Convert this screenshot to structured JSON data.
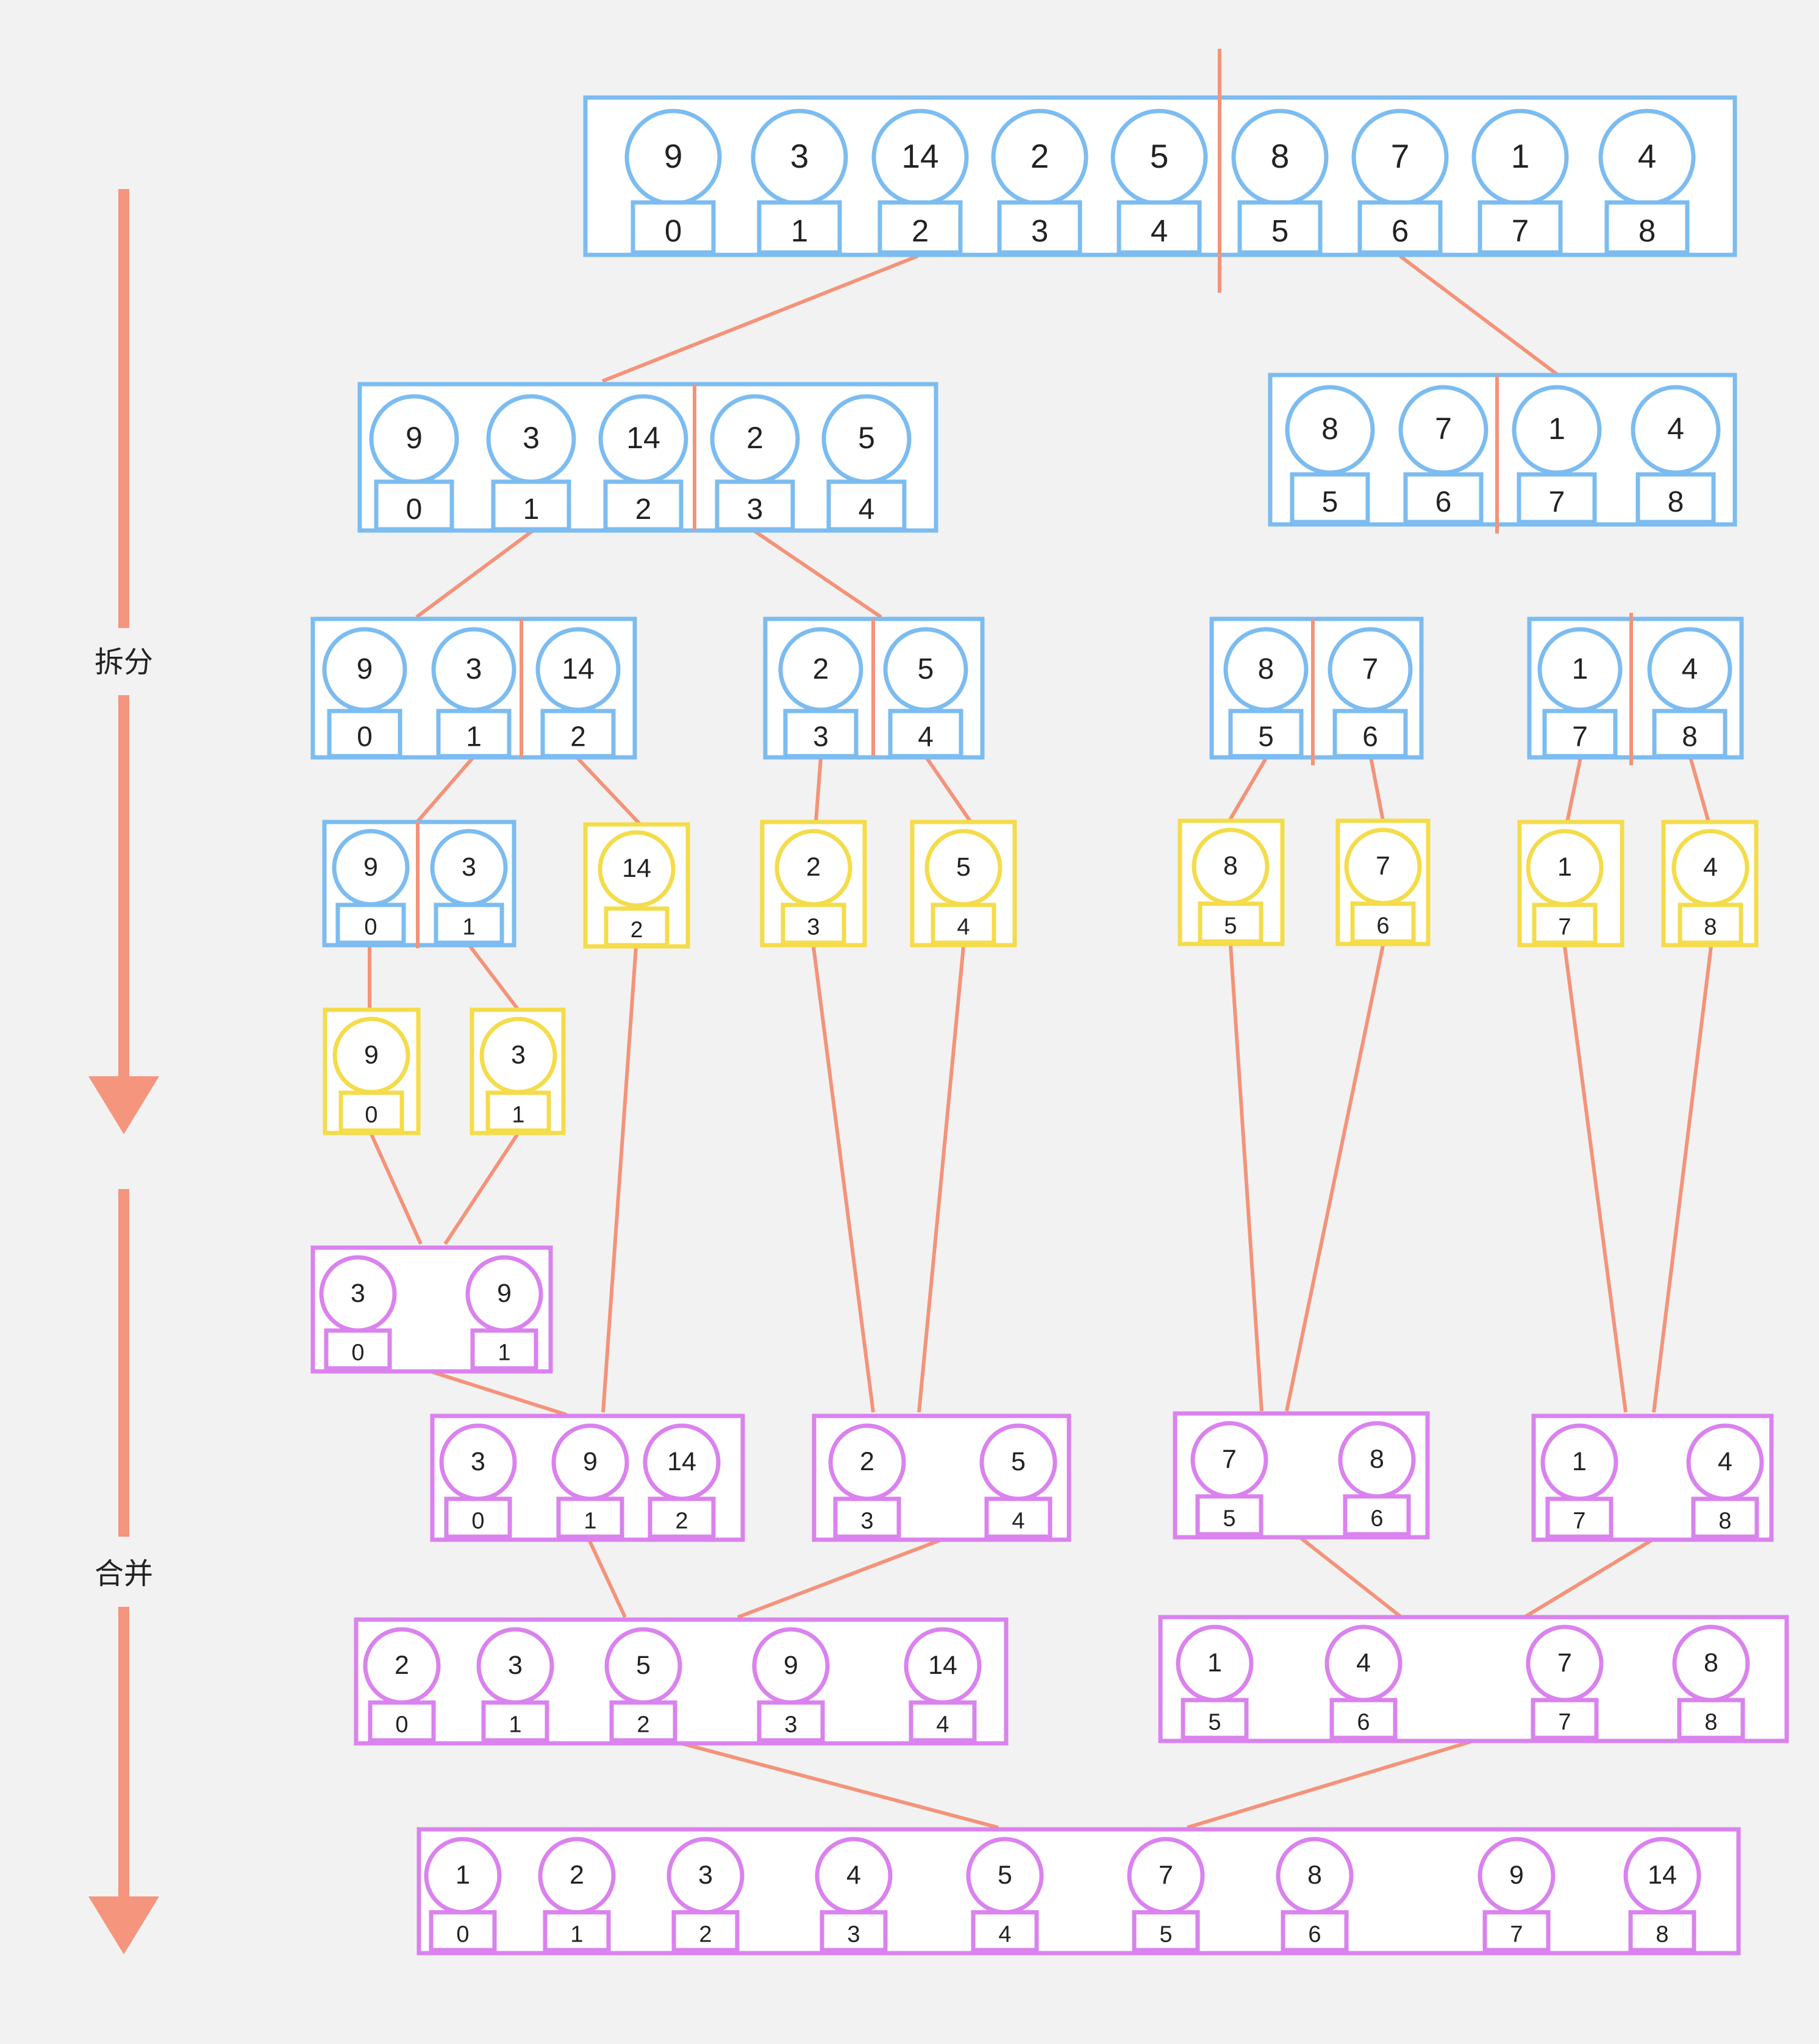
{
  "phase_labels": {
    "split": "拆分",
    "merge": "合并"
  },
  "colors": {
    "split_box": "#7cbcf0",
    "leaf_box": "#f4dc4a",
    "merge_box": "#da82ee",
    "connector": "#f4937a",
    "arrow": "#f5957e",
    "background": "#f2f2f2",
    "box_fill": "#ffffff",
    "text": "#222222"
  },
  "split_levels": {
    "level_0": {
      "values": [
        "9",
        "3",
        "14",
        "2",
        "5",
        "8",
        "7",
        "1",
        "4"
      ],
      "indices": [
        "0",
        "1",
        "2",
        "3",
        "4",
        "5",
        "6",
        "7",
        "8"
      ]
    },
    "level_1": [
      {
        "values": [
          "9",
          "3",
          "14",
          "2",
          "5"
        ],
        "indices": [
          "0",
          "1",
          "2",
          "3",
          "4"
        ]
      },
      {
        "values": [
          "8",
          "7",
          "1",
          "4"
        ],
        "indices": [
          "5",
          "6",
          "7",
          "8"
        ]
      }
    ],
    "level_2": [
      {
        "values": [
          "9",
          "3",
          "14"
        ],
        "indices": [
          "0",
          "1",
          "2"
        ]
      },
      {
        "values": [
          "2",
          "5"
        ],
        "indices": [
          "3",
          "4"
        ]
      },
      {
        "values": [
          "8",
          "7"
        ],
        "indices": [
          "5",
          "6"
        ]
      },
      {
        "values": [
          "1",
          "4"
        ],
        "indices": [
          "7",
          "8"
        ]
      }
    ],
    "level_3": [
      {
        "values": [
          "9",
          "3"
        ],
        "indices": [
          "0",
          "1"
        ]
      },
      {
        "values": [
          "14"
        ],
        "indices": [
          "2"
        ]
      },
      {
        "values": [
          "2"
        ],
        "indices": [
          "3"
        ]
      },
      {
        "values": [
          "5"
        ],
        "indices": [
          "4"
        ]
      },
      {
        "values": [
          "8"
        ],
        "indices": [
          "5"
        ]
      },
      {
        "values": [
          "7"
        ],
        "indices": [
          "6"
        ]
      },
      {
        "values": [
          "1"
        ],
        "indices": [
          "7"
        ]
      },
      {
        "values": [
          "4"
        ],
        "indices": [
          "8"
        ]
      }
    ],
    "level_4": [
      {
        "values": [
          "9"
        ],
        "indices": [
          "0"
        ]
      },
      {
        "values": [
          "3"
        ],
        "indices": [
          "1"
        ]
      }
    ]
  },
  "merge_levels": {
    "level_0": [
      {
        "values": [
          "3",
          "9"
        ],
        "indices": [
          "0",
          "1"
        ]
      }
    ],
    "level_1": [
      {
        "values": [
          "3",
          "9",
          "14"
        ],
        "indices": [
          "0",
          "1",
          "2"
        ]
      },
      {
        "values": [
          "2",
          "5"
        ],
        "indices": [
          "3",
          "4"
        ]
      },
      {
        "values": [
          "7",
          "8"
        ],
        "indices": [
          "5",
          "6"
        ]
      },
      {
        "values": [
          "1",
          "4"
        ],
        "indices": [
          "7",
          "8"
        ]
      }
    ],
    "level_2": [
      {
        "values": [
          "2",
          "3",
          "5",
          "9",
          "14"
        ],
        "indices": [
          "0",
          "1",
          "2",
          "3",
          "4"
        ]
      },
      {
        "values": [
          "1",
          "4",
          "7",
          "8"
        ],
        "indices": [
          "5",
          "6",
          "7",
          "8"
        ]
      }
    ],
    "level_3": [
      {
        "values": [
          "1",
          "2",
          "3",
          "4",
          "5",
          "7",
          "8",
          "9",
          "14"
        ],
        "indices": [
          "0",
          "1",
          "2",
          "3",
          "4",
          "5",
          "6",
          "7",
          "8"
        ]
      }
    ]
  }
}
